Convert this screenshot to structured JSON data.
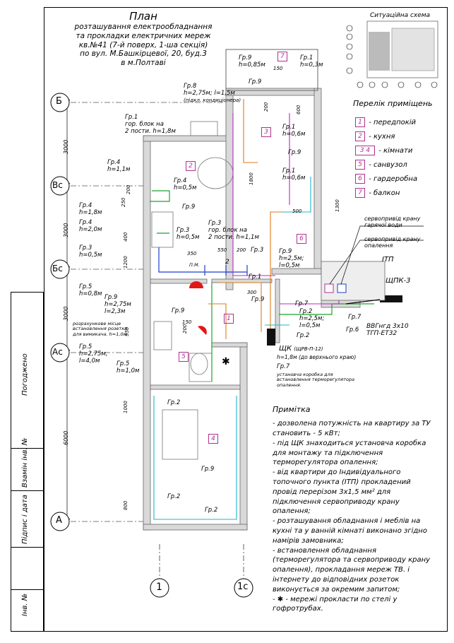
{
  "title": {
    "heading": "План",
    "lines": [
      "розташування електрообладнання",
      "та прокладки електричних мереж",
      "кв.№41 (7-й поверх, 1-ша секція)",
      "по вул. М.Башкірцевої, 20, буд.3",
      "в м.Полтаві"
    ]
  },
  "situation": {
    "label": "Ситуаційна схема"
  },
  "axes": {
    "rows": [
      "Б",
      "Вс",
      "Бс",
      "Ас",
      "А"
    ],
    "cols": [
      "1",
      "1с"
    ],
    "dims": [
      "3000",
      "3000",
      "3000",
      "6000"
    ]
  },
  "rooms_legend": {
    "title": "Перелік приміщень",
    "items": [
      {
        "num": "1",
        "name": "- передпокій"
      },
      {
        "num": "2",
        "name": "- кухня"
      },
      {
        "num": "3 4",
        "name": "- кімнати"
      },
      {
        "num": "5",
        "name": "- санвузол"
      },
      {
        "num": "6",
        "name": "- гардеробна"
      },
      {
        "num": "7",
        "name": "- балкон"
      }
    ]
  },
  "room_numbers": [
    "7",
    "3",
    "2",
    "6",
    "1",
    "5",
    "4"
  ],
  "labels": {
    "gr1_top": "Гр.1",
    "gr1_top_h": "h=0,3м",
    "gr9_top": "Гр.9",
    "gr9_top_h": "h=0,85м",
    "gr9_top2": "Гр.9",
    "gr8": "Гр.8",
    "gr8_line": "h=2,75м; l=1,5м",
    "gr8_note": "(підкл. кондиціонера)",
    "gr1_block": "Гр.1",
    "gr1_block_a": "гор. блок на",
    "gr1_block_b": "2 пости. h=1,8м",
    "gr1_r3a": "Гр.1",
    "gr1_r3a_h": "h=0,6м",
    "gr9_r3": "Гр.9",
    "gr1_r3b": "Гр.1",
    "gr1_r3b_h": "h=0,6м",
    "gr4_a": "Гр.4",
    "gr4_a_h": "h=1,1м",
    "gr4_b": "Гр.4",
    "gr4_b_h": "h=0,5м",
    "gr4_c": "Гр.4",
    "gr4_c_h": "h=1,8м",
    "gr9_k": "Гр.9",
    "gr4_d": "Гр.4",
    "gr4_d_h": "h=2,0м",
    "gr3_a": "Гр.3",
    "gr3_a_h": "h=0,5м",
    "gr3_b": "Гр.3",
    "gr3_b_h": "h=0,5м",
    "gr3_c": "Гр.3",
    "gr3_c_a": "гор. блок на",
    "gr3_c_b": "2 пости. h=1,1м",
    "gr3_d": "Гр.3",
    "gr9_6": "Гр.9",
    "gr9_6_h": "h=2,5м;",
    "gr9_6_l": "l=0,5м",
    "gr5_a": "Гр.5",
    "gr5_a_h": "h=0,8м",
    "gr9_c": "Гр.9",
    "gr9_c_h": "h=2,75м",
    "gr9_c_l": "l=2,3м",
    "gr1_c": "Гр.1",
    "gr9_d": "Гр.9",
    "gr9_e": "Гр.9",
    "calc1": "розрахункове місце",
    "calc2": "встановлення розетки",
    "calc3": "для вимикача. h=1,0м",
    "gr5_b": "Гр.5",
    "gr5_b_h": "h=2,75м,",
    "gr5_b_l": "l=4,0м",
    "gr5_c": "Гр.5",
    "gr5_c_h": "h=1,0м",
    "gr2_a": "Гр.2",
    "gr2_a_h": "h=2,5м;",
    "gr2_a_l": "l=0,5м",
    "gr2_b": "Гр.2",
    "gr7_a": "Гр.7",
    "gr6": "Гр.6",
    "gr7_b": "Гр.7",
    "shk": "ЩК",
    "shk_sub": "(ЩРВ-П-12)",
    "shk_h": "h=1,8м (до верхнього краю)",
    "gr7_c": "Гр.7",
    "box1": "установча коробка для",
    "box2": "встановлення терморегулятора",
    "box3": "опалення.",
    "servo_hot1": "сервопривід крану",
    "servo_hot2": "гарячої води",
    "servo_heat1": "сервопривід крану",
    "servo_heat2": "опалення",
    "itp": "ІТП",
    "shpk": "ЩПК-3",
    "cable1": "ВВГнгд 3х10",
    "cable2": "ТГП-ЕТ32",
    "gr2_c": "Гр.2",
    "gr2_d": "Гр.2",
    "gr2_e": "Гр.2",
    "gr9_f": "Гр.9",
    "dim_150a": "150",
    "dim_200a": "200",
    "dim_600": "600",
    "dim_1800": "1800",
    "dim_1300": "1300",
    "dim_500": "500",
    "dim_250": "250",
    "dim_200b": "200",
    "dim_400": "400",
    "dim_1200": "1200",
    "dim_350": "350",
    "dim_550": "550",
    "dim_200c": "200",
    "dim_300": "300",
    "dim_150b": "150",
    "dim_950": "950",
    "dim_200d": "200",
    "dim_1000": "1000",
    "dim_800": "800",
    "pm": "П.М.",
    "num2": "2"
  },
  "notes": {
    "title": "Примітка",
    "items": [
      "- дозволена потужність на квартиру за ТУ становить - 5 кВт;",
      "- під ЩК знаходиться установча коробка для монтажу та підключення терморегулятора опалення;",
      "- від квартири до Індивідуального топочного пункта (ІТП) прокладений провід перерізом 3х1,5 мм² для підключення сервоприводу крану опалення;",
      "- розташування обладнання і меблів на кухні та у ванній кімнаті виконано згідно намірів замовника;",
      "- встановлення обладнання (терморегулятора та сервоприводу крану опалення), прокладання мереж ТВ. і інтернету до відповідних розеток виконується за окремим запитом;",
      "- ✱ - мережі прокласти по стелі у гофротрубах."
    ]
  },
  "stamp": {
    "agreed": "Погоджено",
    "inv_replace": "Взамін інв. №",
    "sign_date": "Підпис і дата",
    "inv_no": "Інв. №"
  },
  "colors": {
    "wall": "#777777",
    "room_tag": "#b0308f",
    "orange": "#e07a1a",
    "green": "#1aa52a",
    "blue": "#1a3fcf",
    "cyan": "#19b9c9",
    "red": "#e01818",
    "magenta": "#c026c0"
  }
}
